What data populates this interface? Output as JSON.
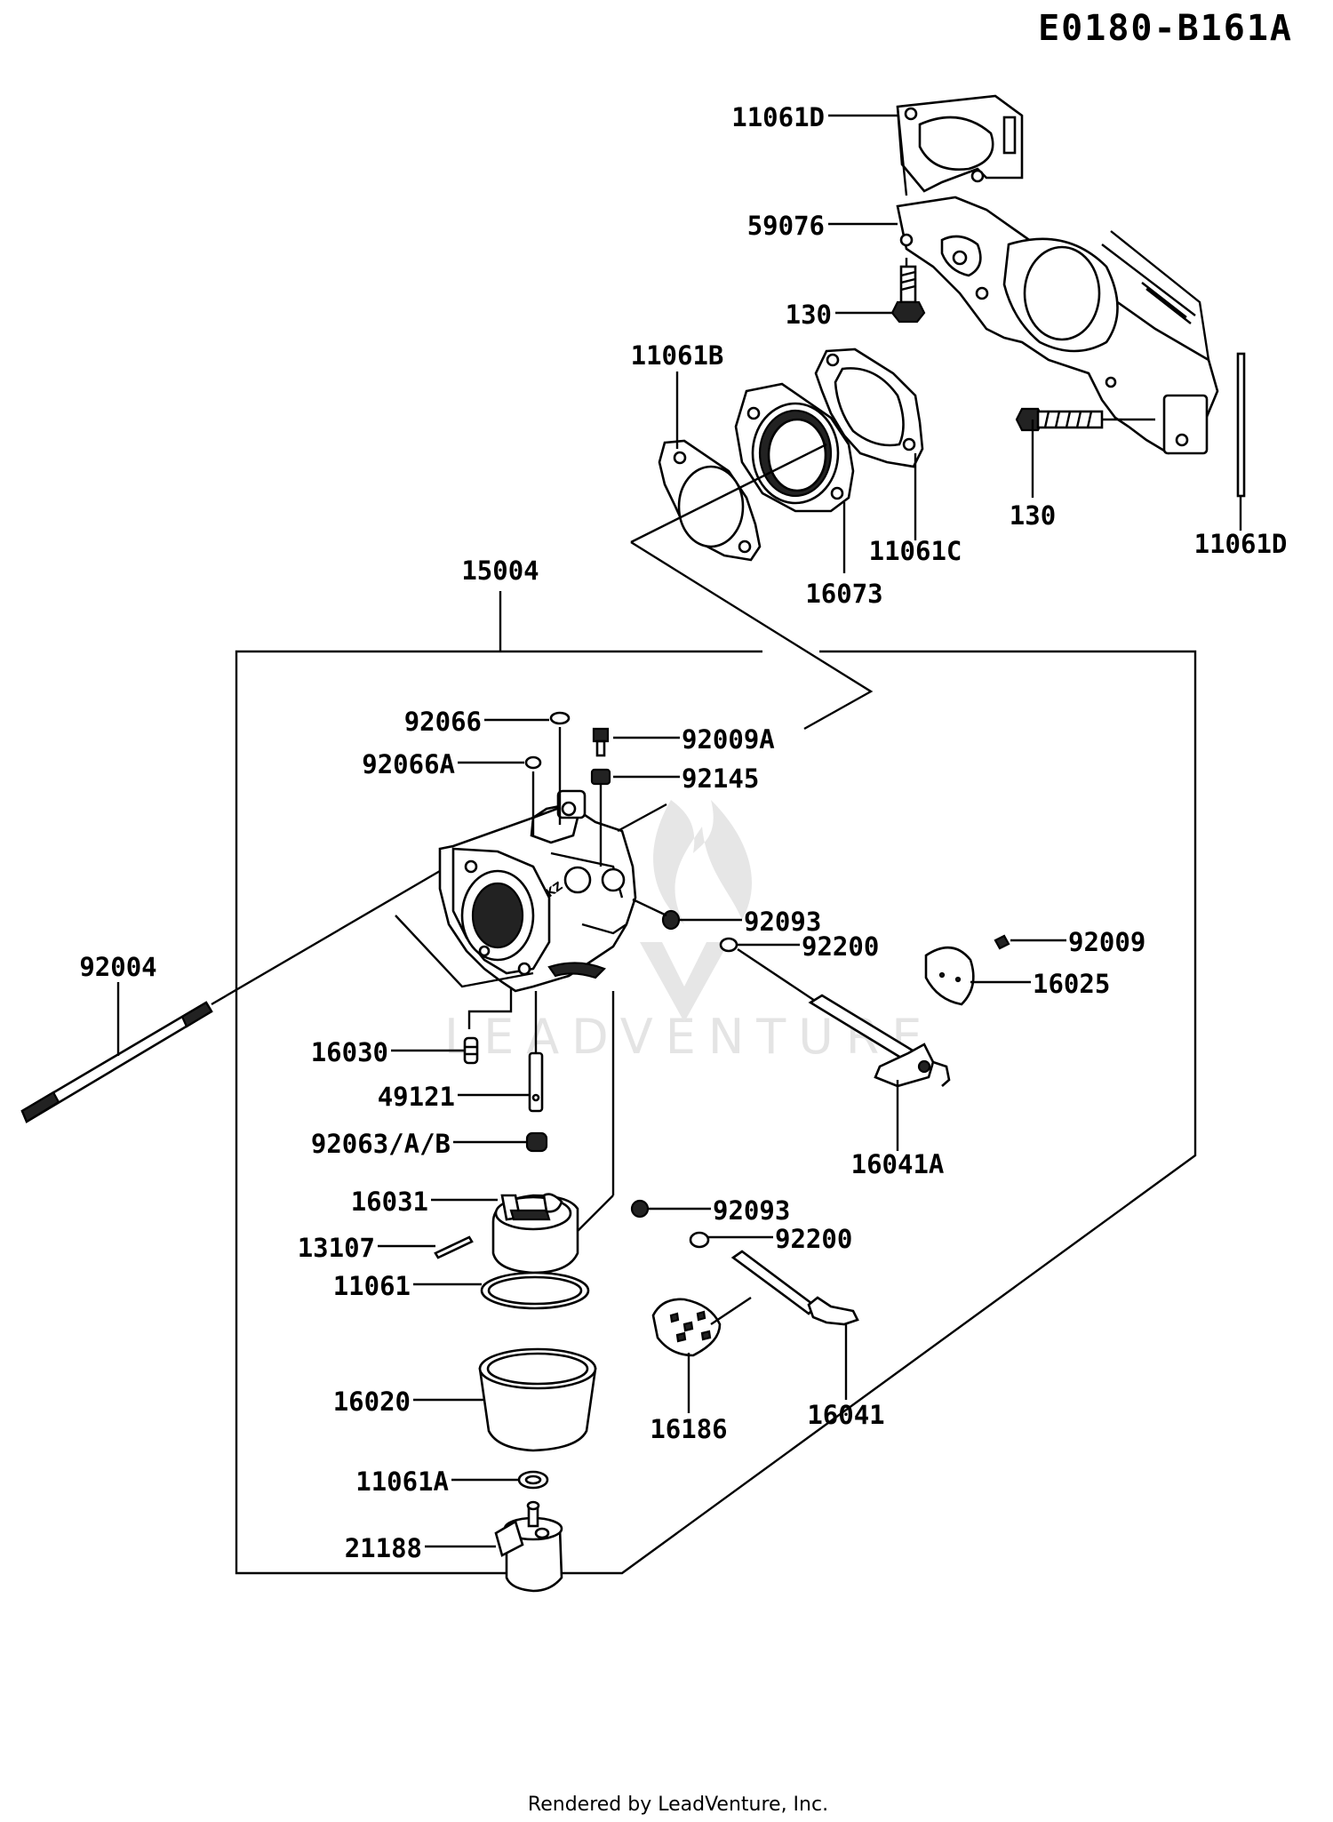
{
  "diagram_code": "E0180-B161A",
  "footer_credit": "Rendered by LeadVenture, Inc.",
  "watermark": "LEADVENTURE",
  "labels": {
    "p11061D_top": "11061D",
    "p59076": "59076",
    "p130_left": "130",
    "p11061B": "11061B",
    "p130_right": "130",
    "p11061D_right": "11061D",
    "p11061C": "11061C",
    "p16073": "16073",
    "p15004": "15004",
    "p92066": "92066",
    "p92009A": "92009A",
    "p92066A": "92066A",
    "p92145": "92145",
    "p92093_top": "92093",
    "p92200_top": "92200",
    "p92009": "92009",
    "p16025": "16025",
    "p92004": "92004",
    "p16030": "16030",
    "p49121": "49121",
    "p92063AB": "92063/A/B",
    "p16041A": "16041A",
    "p16031": "16031",
    "p92093_bottom": "92093",
    "p13107": "13107",
    "p92200_bottom": "92200",
    "p11061": "11061",
    "p16020": "16020",
    "p16186": "16186",
    "p16041": "16041",
    "p11061A": "11061A",
    "p21188": "21188"
  }
}
